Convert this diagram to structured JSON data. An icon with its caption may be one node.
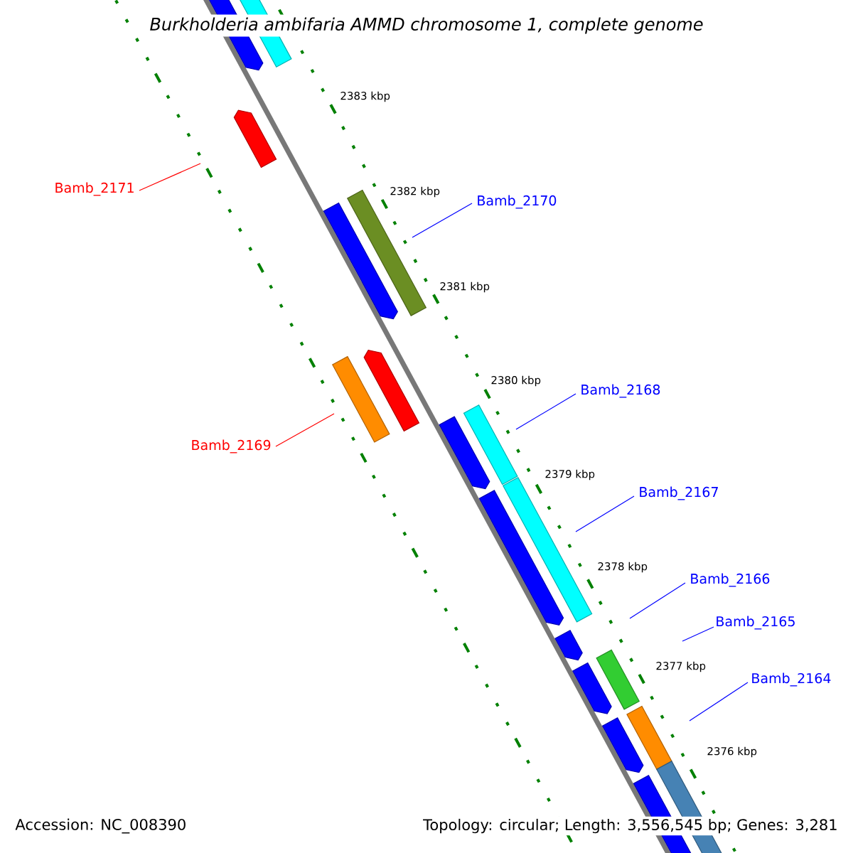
{
  "diagram": {
    "title": "Burkholderia ambifaria AMMD chromosome 1, complete genome",
    "nodes": [
      {
        "text": [
          "Bamb_2171"
        ]
      },
      {
        "text": [
          "Bamb_2170"
        ]
      },
      {
        "text": [
          "Bamb_2169"
        ]
      },
      {
        "text": [
          "Bamb_2168"
        ]
      },
      {
        "text": [
          "Bamb_2167"
        ]
      },
      {
        "text": [
          "Bamb_2166"
        ]
      },
      {
        "text": [
          "Bamb_2165"
        ]
      },
      {
        "text": [
          "Bamb_2164"
        ]
      }
    ],
    "edges": [
      {
        "from": 0,
        "to": null,
        "arrow": "none",
        "color": "#ff0000"
      },
      {
        "from": 1,
        "to": null,
        "arrow": "none"
      },
      {
        "from": 2,
        "to": null,
        "arrow": "none",
        "color": "#ff0000"
      },
      {
        "from": 3,
        "to": null,
        "arrow": "none"
      },
      {
        "from": 4,
        "to": null,
        "arrow": "none"
      },
      {
        "from": 5,
        "to": null,
        "arrow": "none"
      },
      {
        "from": 6,
        "to": null,
        "arrow": "none"
      },
      {
        "from": 7,
        "to": null,
        "arrow": "none"
      }
    ],
    "labels": [
      "2383 kbp",
      "2382 kbp",
      "2381 kbp",
      "2380 kbp",
      "2379 kbp",
      "2378 kbp",
      "2377 kbp",
      "2376 kbp",
      "Accession: NC_008390",
      "Topology: circular; Length: 3,556,545 bp; Genes: 3,281"
    ]
  }
}
